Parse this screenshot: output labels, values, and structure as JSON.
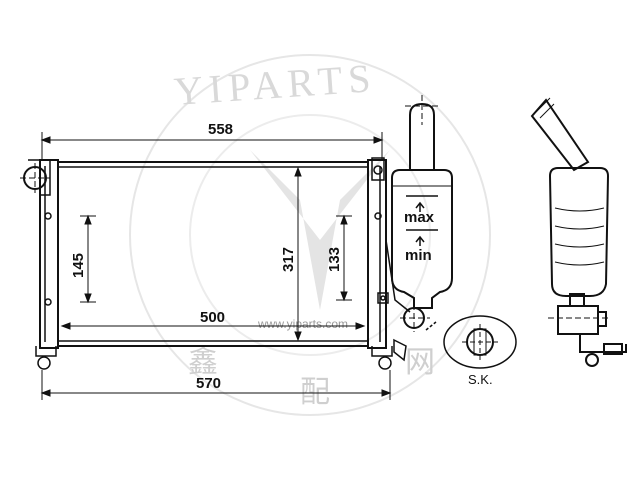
{
  "dimensions": {
    "overall_width_top": "558",
    "core_width": "500",
    "overall_width_bottom": "570",
    "core_height": "317",
    "left_mount_height": "145",
    "right_mount_height": "133"
  },
  "tank_labels": {
    "max": "max",
    "min": "min"
  },
  "detail_label": "S.K.",
  "watermark": {
    "brand": "YIPARTS",
    "url": "www.yiparts.com",
    "chars": [
      "鑫",
      "配",
      "网"
    ]
  },
  "colors": {
    "line": "#111111",
    "watermark": "#d9d9d9"
  }
}
